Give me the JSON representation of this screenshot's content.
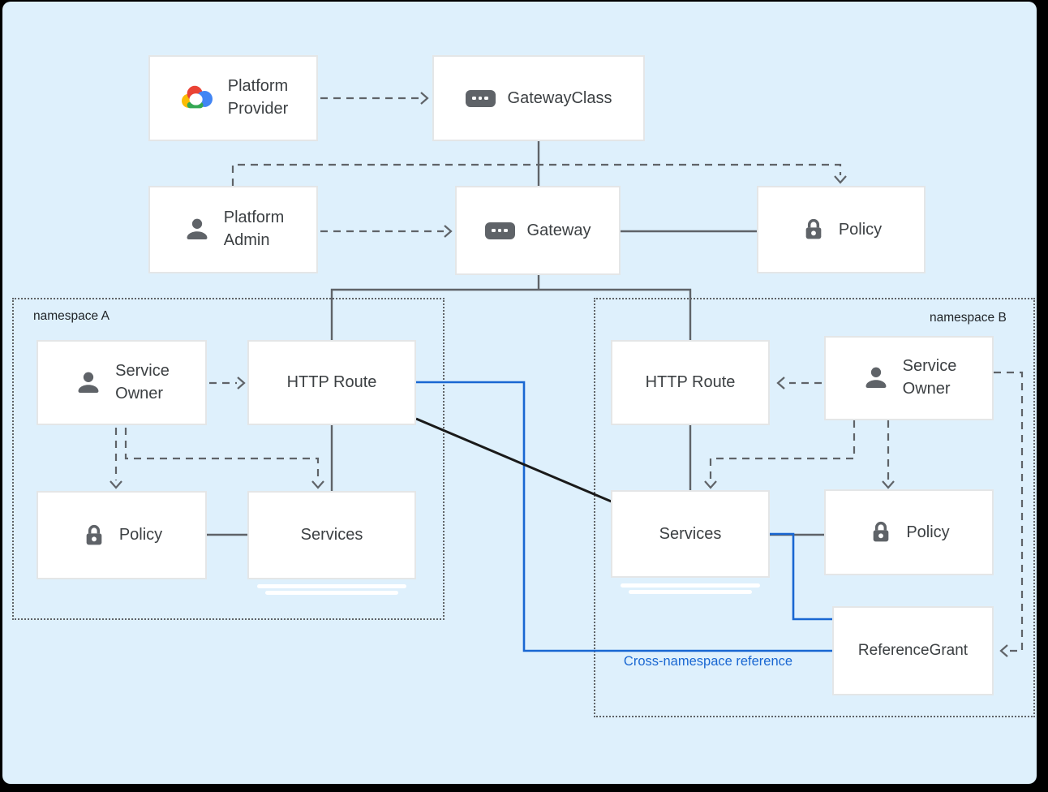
{
  "diagram": {
    "top_row": {
      "platform_provider": {
        "lines": [
          "Platform",
          "Provider"
        ],
        "icon": "google-cloud-logo"
      },
      "gateway_class": {
        "label": "GatewayClass",
        "icon": "resource-chip"
      },
      "platform_admin": {
        "lines": [
          "Platform",
          "Admin"
        ],
        "icon": "person"
      },
      "gateway": {
        "label": "Gateway",
        "icon": "resource-chip"
      },
      "policy": {
        "label": "Policy",
        "icon": "lock"
      }
    },
    "namespace_a": {
      "label": "namespace A",
      "service_owner": {
        "lines": [
          "Service",
          "Owner"
        ],
        "icon": "person"
      },
      "http_route": {
        "label": "HTTP Route"
      },
      "policy": {
        "label": "Policy",
        "icon": "lock"
      },
      "services": {
        "label": "Services"
      }
    },
    "namespace_b": {
      "label": "namespace B",
      "http_route": {
        "label": "HTTP Route"
      },
      "service_owner": {
        "lines": [
          "Service",
          "Owner"
        ],
        "icon": "person"
      },
      "services": {
        "label": "Services"
      },
      "policy": {
        "label": "Policy",
        "icon": "lock"
      },
      "reference_grant": {
        "label": "ReferenceGrant"
      }
    },
    "annotations": {
      "cross_namespace_reference": "Cross-namespace reference"
    },
    "colors": {
      "canvas_background": "#def0fc",
      "frame": "#000000",
      "box_border": "#e4e6e7",
      "line_gray": "#5f6368",
      "line_blue": "#1967d2",
      "line_black": "#1a1a1a",
      "text": "#3c4043",
      "google_blue": "#4285f4",
      "google_red": "#ea4335",
      "google_yellow": "#fbbc04",
      "google_green": "#34a853"
    }
  }
}
